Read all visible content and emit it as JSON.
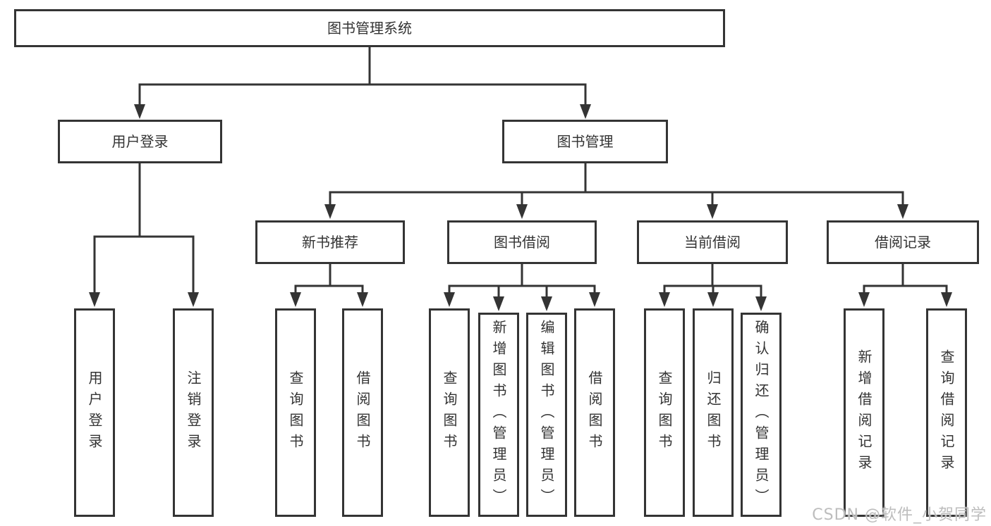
{
  "watermark": "CSDN @软件_小贺同学",
  "tree": {
    "root": {
      "label": "图书管理系统"
    },
    "children": [
      {
        "label": "用户登录",
        "children": [
          {
            "label": "用户登录"
          },
          {
            "label": "注销登录"
          }
        ]
      },
      {
        "label": "图书管理",
        "children": [
          {
            "label": "新书推荐",
            "children": [
              {
                "label": "查询图书"
              },
              {
                "label": "借阅图书"
              }
            ]
          },
          {
            "label": "图书借阅",
            "children": [
              {
                "label": "查询图书"
              },
              {
                "label": "新增图书（管理员）"
              },
              {
                "label": "编辑图书（管理员）"
              },
              {
                "label": "借阅图书"
              }
            ]
          },
          {
            "label": "当前借阅",
            "children": [
              {
                "label": "查询图书"
              },
              {
                "label": "归还图书"
              },
              {
                "label": "确认归还（管理员）"
              }
            ]
          },
          {
            "label": "借阅记录",
            "children": [
              {
                "label": "新增借阅记录"
              },
              {
                "label": "查询借阅记录"
              }
            ]
          }
        ]
      }
    ]
  },
  "colors": {
    "line": "#343434",
    "box_border": "#343434",
    "text": "#333333",
    "watermark": "#bdbdbd",
    "background": "#ffffff"
  }
}
